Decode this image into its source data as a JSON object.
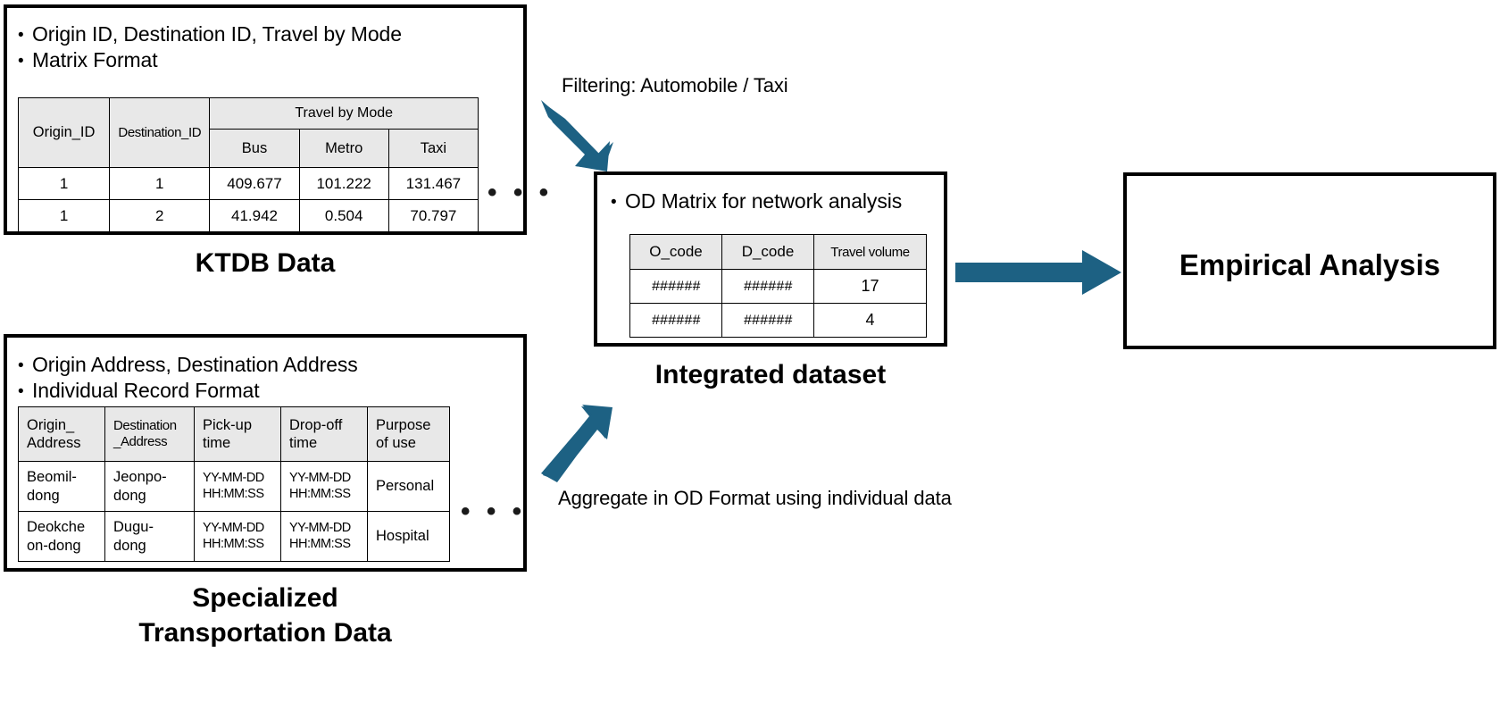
{
  "theme": {
    "arrow_color": "#1d6183",
    "border_color": "#000000",
    "header_fill": "#e8e8e8",
    "page_background": "#ffffff"
  },
  "ktdb": {
    "caption": "KTDB Data",
    "bullets": [
      "Origin ID, Destination ID, Travel by Mode",
      "Matrix Format"
    ],
    "table": {
      "group_header": "Travel by Mode",
      "columns": [
        "Origin_ID",
        "Destination_ID",
        "Bus",
        "Metro",
        "Taxi"
      ],
      "rows": [
        [
          "1",
          "1",
          "409.677",
          "101.222",
          "131.467"
        ],
        [
          "1",
          "2",
          "41.942",
          "0.504",
          "70.797"
        ]
      ],
      "overflow_marker": "• • •"
    }
  },
  "specialized": {
    "caption": "Specialized\nTransportation Data",
    "bullets": [
      "Origin Address, Destination Address",
      "Individual Record Format"
    ],
    "table": {
      "columns": [
        "Origin_\nAddress",
        "Destination\n_Address",
        "Pick-up\ntime",
        "Drop-off\ntime",
        "Purpose\nof use"
      ],
      "rows": [
        [
          "Beomil-\ndong",
          "Jeonpo-\ndong",
          "YY-MM-DD\nHH:MM:SS",
          "YY-MM-DD\nHH:MM:SS",
          "Personal"
        ],
        [
          "Deokche\non-dong",
          "Dugu-\ndong",
          "YY-MM-DD\nHH:MM:SS",
          "YY-MM-DD\nHH:MM:SS",
          "Hospital"
        ]
      ],
      "overflow_marker": "• • •"
    }
  },
  "integrated": {
    "caption": "Integrated dataset",
    "bullets": [
      "OD Matrix for network analysis"
    ],
    "table": {
      "columns": [
        "O_code",
        "D_code",
        "Travel volume"
      ],
      "rows": [
        [
          "######",
          "######",
          "17"
        ],
        [
          "######",
          "######",
          "4"
        ]
      ]
    }
  },
  "empirical": {
    "title": "Empirical Analysis"
  },
  "edges": {
    "filtering_label": "Filtering: Automobile / Taxi",
    "aggregate_label": "Aggregate in OD Format using individual data"
  }
}
